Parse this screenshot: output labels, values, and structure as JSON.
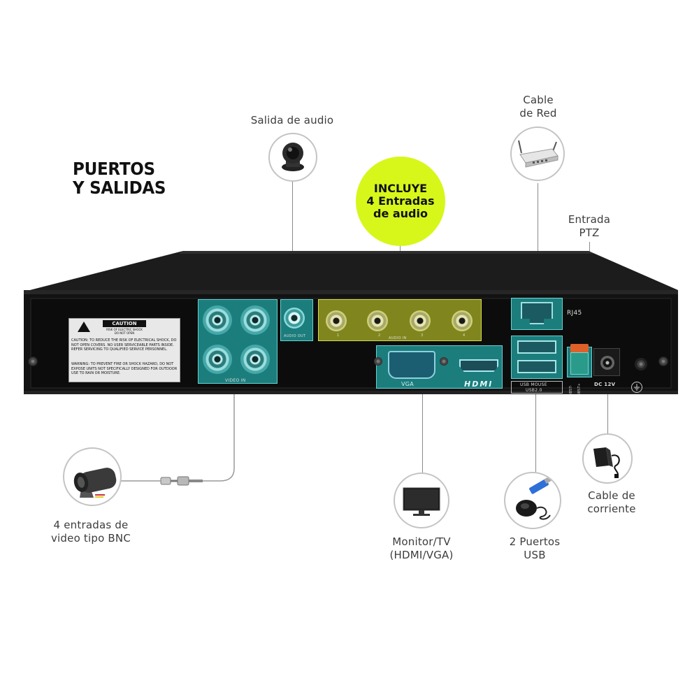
{
  "title": {
    "line1": "PUERTOS",
    "line2": "Y SALIDAS"
  },
  "badge": {
    "line1": "INCLUYE",
    "line2": "4 Entradas",
    "line3": "de audio",
    "color": "#d7f71a"
  },
  "callouts": {
    "audio_out": "Salida de audio",
    "network": {
      "line1": "Cable",
      "line2": "de Red"
    },
    "ptz": {
      "line1": "Entrada",
      "line2": "PTZ"
    },
    "video_in": {
      "line1": "4 entradas de",
      "line2": "video tipo BNC"
    },
    "monitor": {
      "line1": "Monitor/TV",
      "line2": "(HDMI/VGA)"
    },
    "usb": {
      "line1": "2 Puertos",
      "line2": "USB"
    },
    "power": {
      "line1": "Cable de",
      "line2": "corriente"
    }
  },
  "panel": {
    "caution_title": "CAUTION",
    "caution_sub1": "RISK OF ELECTRIC SHOCK",
    "caution_sub2": "DO NOT OPEN",
    "caution_text": "CAUTION: TO REDUCE THE RISK OF ELECTRICAL SHOCK, DO NOT OPEN COVERS. NO USER SERVICEABLE PARTS INSIDE. REFER SERVICING TO QUALIFIED SERVICE PERSONNEL.",
    "warning_text": "WARNING: TO PREVENT FIRE OR SHOCK HAZARD, DO NOT EXPOSE UNITS NOT SPECIFICALLY DESIGNED FOR OUTDOOR USE TO RAIN OR MOISTURE.",
    "video_in_label": "VIDEO IN",
    "audio_out_label": "AUDIO OUT",
    "audio_in_label": "AUDIO IN",
    "audio_in_numbers": [
      "1",
      "2",
      "3",
      "4"
    ],
    "vga_label": "VGA",
    "hdmi_label": "HDMI",
    "rj45_label": "RJ45",
    "usb_label1": "USB MOUSE",
    "usb_label2": "USB2.0",
    "rs485_label1": "485T-",
    "rs485_label2": "485T+",
    "dc_label": "DC 12V"
  },
  "colors": {
    "teal_overlay": "#26c4c4",
    "yellow_overlay": "#c8d228",
    "device_body": "#111111"
  },
  "icons": [
    "speaker-icon",
    "router-icon",
    "camera-icon",
    "monitor-icon",
    "usb-mouse-icon",
    "power-adapter-icon",
    "ground-icon"
  ]
}
